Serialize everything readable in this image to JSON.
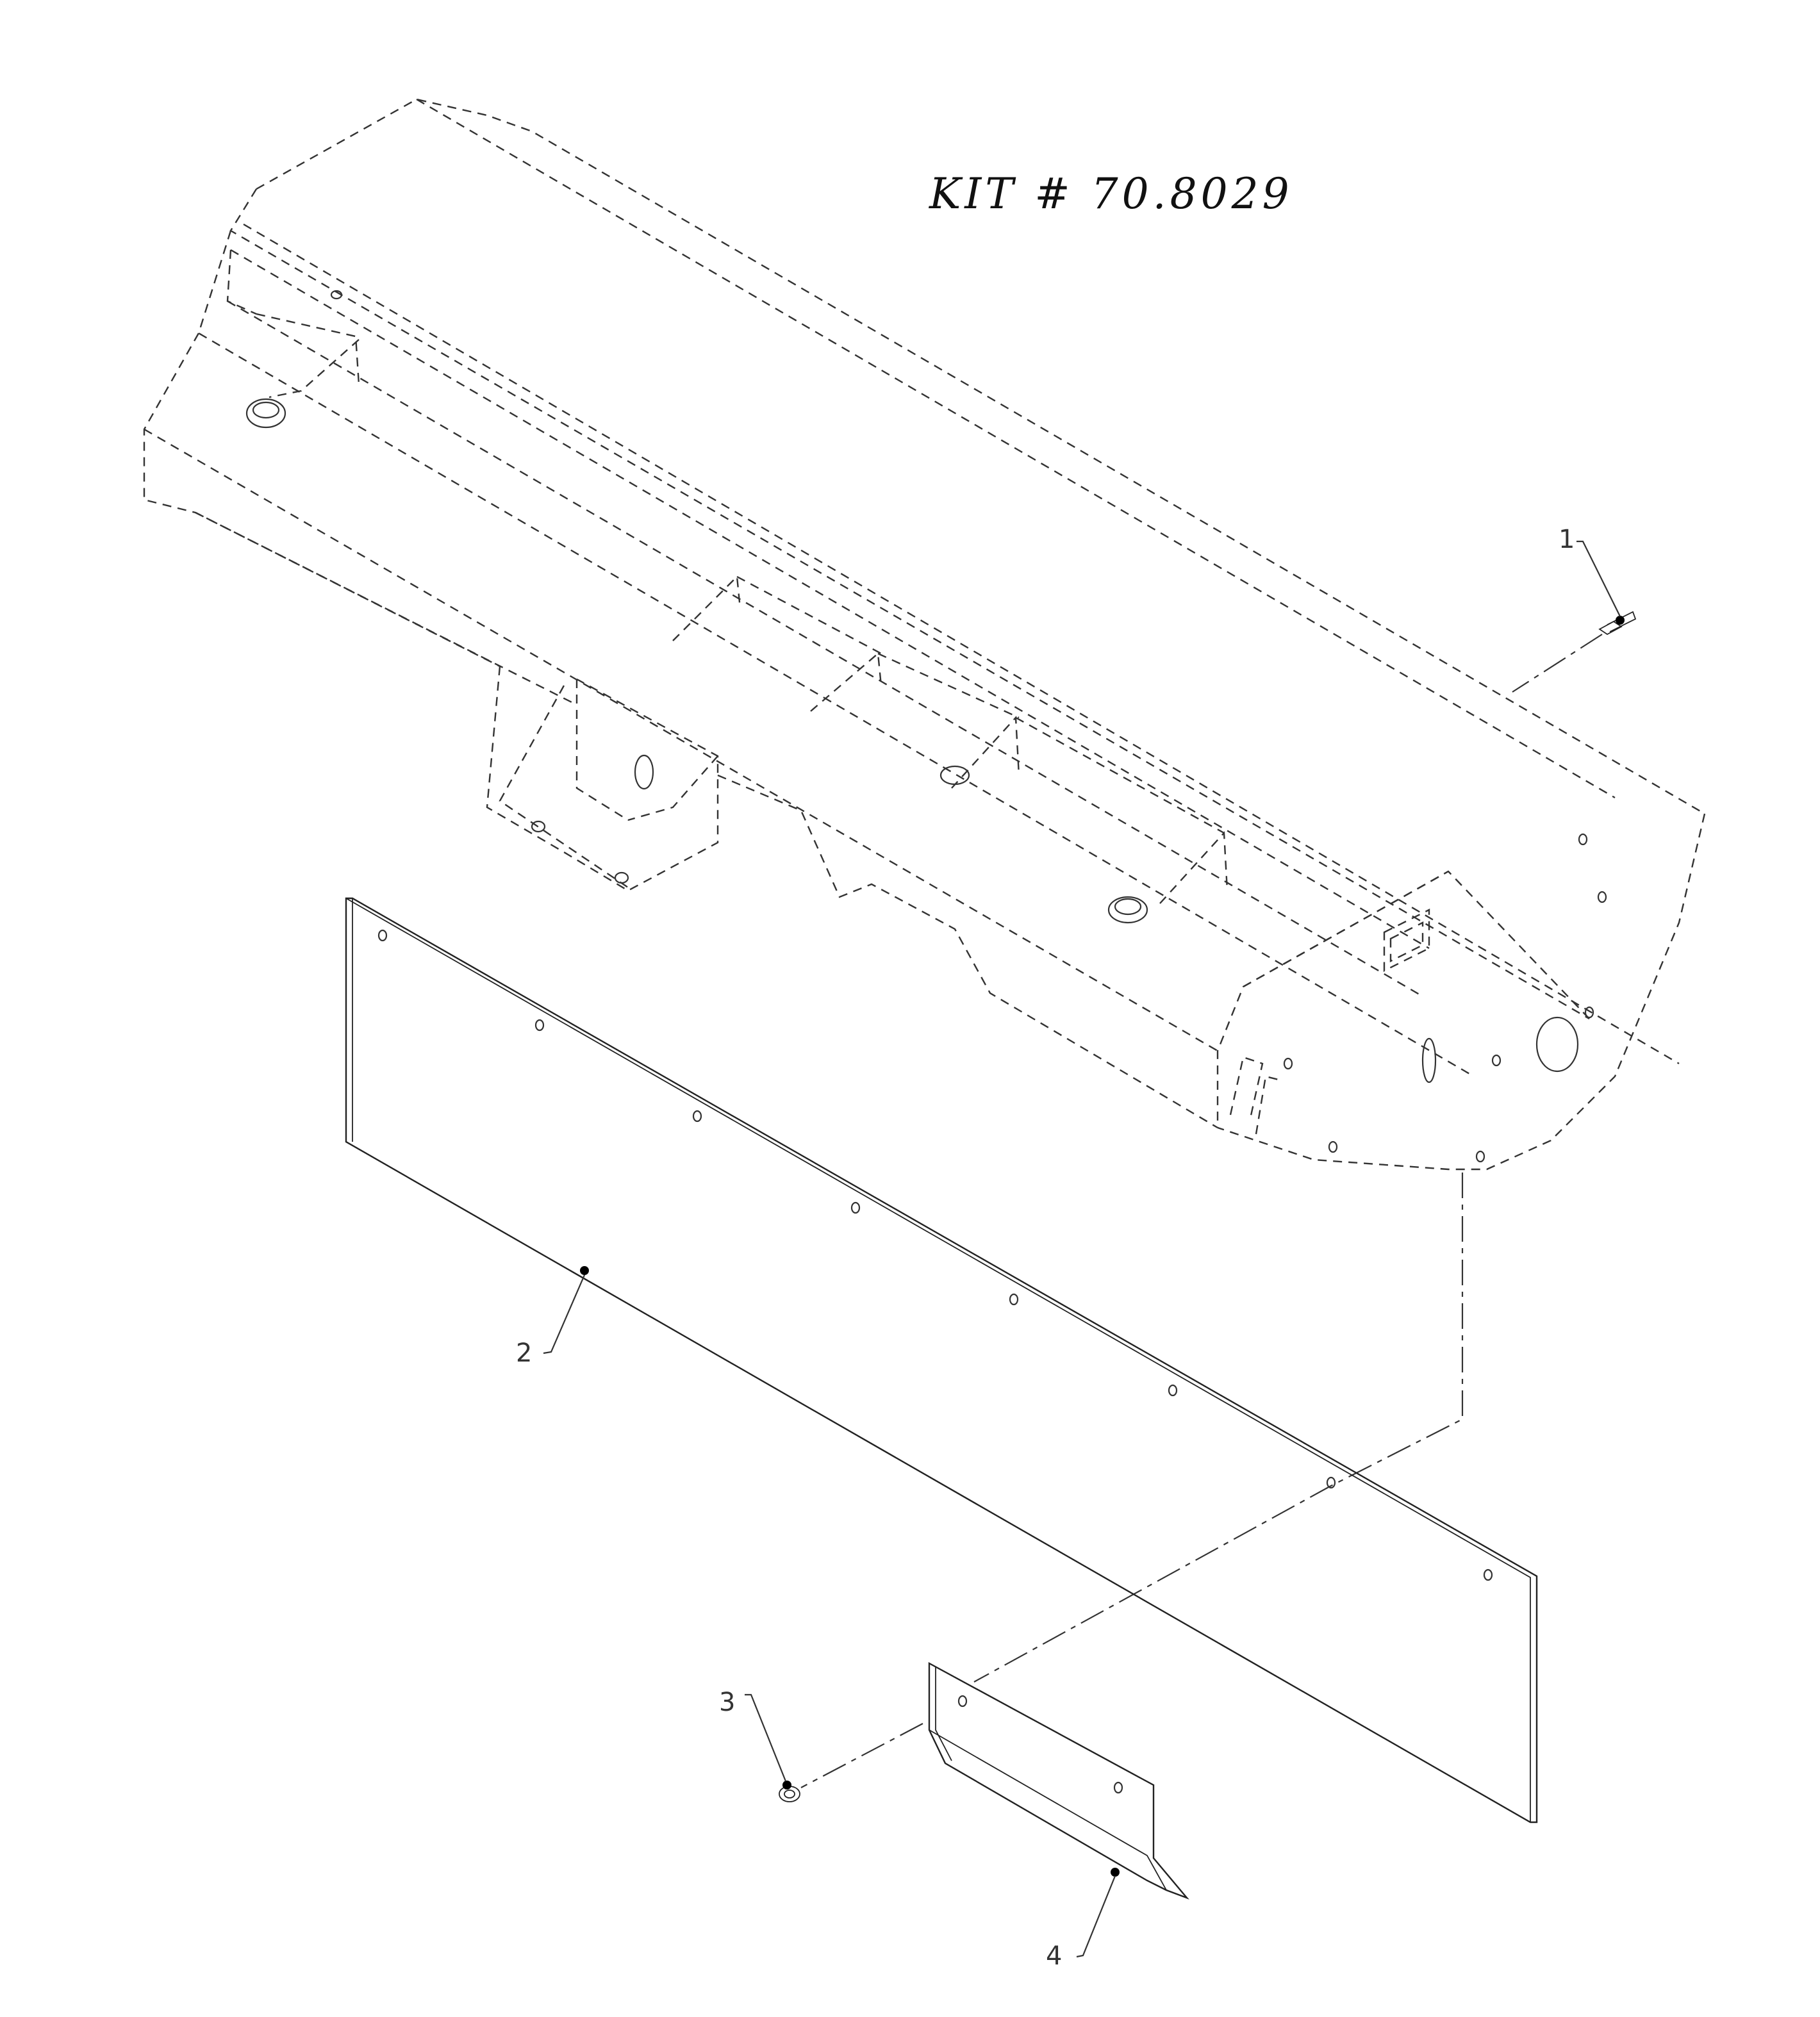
{
  "drawing": {
    "kit_label": "KIT # 70.8029",
    "callouts": [
      {
        "number": "1",
        "part": "bolt"
      },
      {
        "number": "2",
        "part": "flat-plate"
      },
      {
        "number": "3",
        "part": "nut"
      },
      {
        "number": "4",
        "part": "angle-bracket"
      }
    ]
  }
}
